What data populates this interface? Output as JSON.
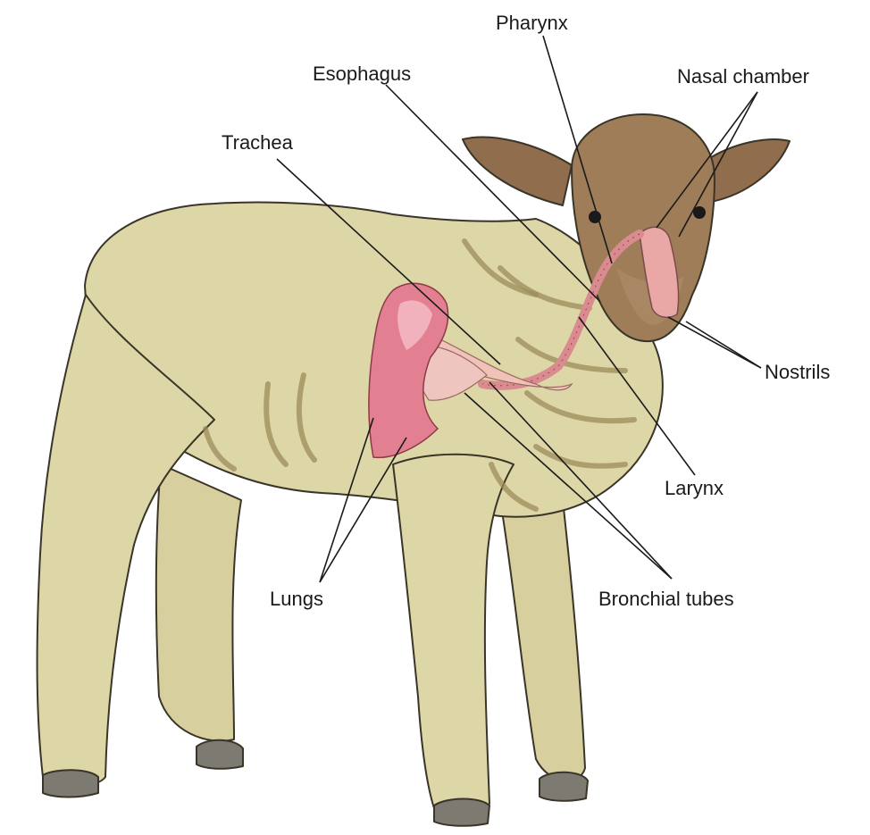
{
  "diagram": {
    "labels": {
      "pharynx": "Pharynx",
      "esophagus": "Esophagus",
      "nasal_chamber": "Nasal chamber",
      "trachea": "Trachea",
      "nostrils": "Nostrils",
      "larynx": "Larynx",
      "lungs": "Lungs",
      "bronchial_tubes": "Bronchial tubes"
    }
  },
  "colors": {
    "wool": "#ddd6a6",
    "wool_shade": "#cfc48e",
    "head": "#9e7d58",
    "ear": "#8f6d4d",
    "hoof": "#7d7a72",
    "lung": "#e27f91",
    "airway": "#e9a7a6"
  }
}
